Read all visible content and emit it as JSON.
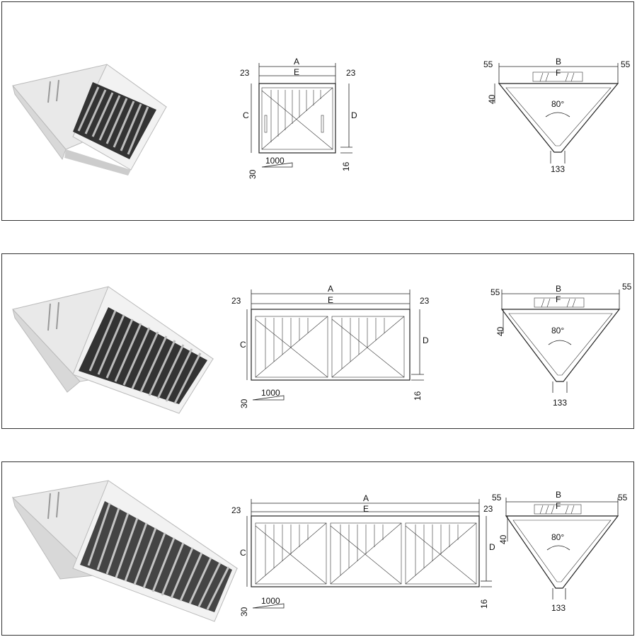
{
  "panels": [
    {
      "name": "hood-1-section",
      "modules": 1,
      "front_view": {
        "A": "A",
        "E": "E",
        "C": "C",
        "D": "D",
        "left_23": "23",
        "right_23": "23",
        "bottom_16": "16",
        "slope_30": "30",
        "slope_1000": "1000"
      },
      "side_view": {
        "B": "B",
        "F": "F",
        "left_55": "55",
        "right_55": "55",
        "height_40": "40",
        "angle": "80°",
        "bottom_133": "133"
      }
    },
    {
      "name": "hood-2-section",
      "modules": 2,
      "front_view": {
        "A": "A",
        "E": "E",
        "C": "C",
        "D": "D",
        "left_23": "23",
        "right_23": "23",
        "bottom_16": "16",
        "slope_30": "30",
        "slope_1000": "1000"
      },
      "side_view": {
        "B": "B",
        "F": "F",
        "left_55": "55",
        "right_55": "55",
        "height_40": "40",
        "angle": "80°",
        "bottom_133": "133"
      }
    },
    {
      "name": "hood-3-section",
      "modules": 3,
      "front_view": {
        "A": "A",
        "E": "E",
        "C": "C",
        "D": "D",
        "left_23": "23",
        "right_23": "23",
        "bottom_16": "16",
        "slope_30": "30",
        "slope_1000": "1000"
      },
      "side_view": {
        "B": "B",
        "F": "F",
        "left_55": "55",
        "right_55": "55",
        "height_40": "40",
        "angle": "80°",
        "bottom_133": "133"
      }
    }
  ]
}
